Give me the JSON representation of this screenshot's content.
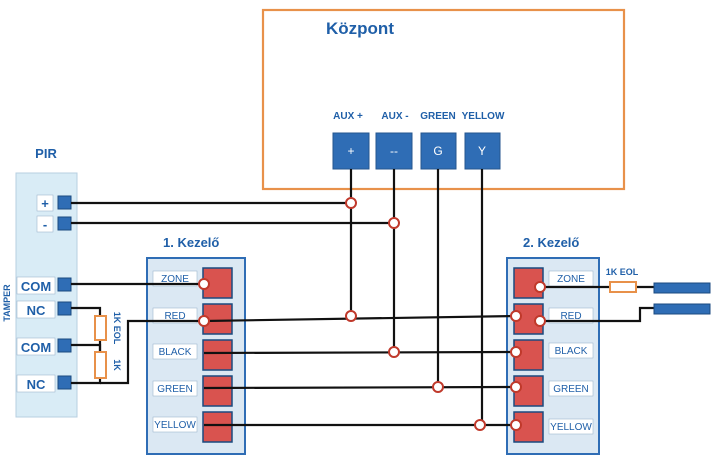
{
  "kozpont": {
    "title": "Központ",
    "terminals": [
      {
        "label": "AUX +",
        "symbol": "+"
      },
      {
        "label": "AUX -",
        "symbol": "--"
      },
      {
        "label": "GREEN",
        "symbol": "G"
      },
      {
        "label": "YELLOW",
        "symbol": "Y"
      }
    ]
  },
  "pir": {
    "title": "PIR",
    "tamper_label": "TAMPER",
    "terminals": [
      "+",
      "-",
      "COM",
      "NC",
      "COM",
      "NC"
    ],
    "resistors": [
      "1K EOL",
      "1K"
    ]
  },
  "keypad1": {
    "title": "1. Kezelő",
    "terminals": [
      "ZONE",
      "RED",
      "BLACK",
      "GREEN",
      "YELLOW"
    ]
  },
  "keypad2": {
    "title": "2. Kezelő",
    "terminals": [
      "ZONE",
      "RED",
      "BLACK",
      "GREEN",
      "YELLOW"
    ],
    "resistor": "1K EOL"
  },
  "colors": {
    "panel_border": "#e8914a",
    "header_text": "#1f5fa8",
    "terminal_blue": "#2f6db5",
    "terminal_red": "#d9534f",
    "box_fill": "#dbe8f3",
    "pir_fill": "#d9ecf6",
    "wire": "#111111",
    "junction": "#c0392b"
  }
}
